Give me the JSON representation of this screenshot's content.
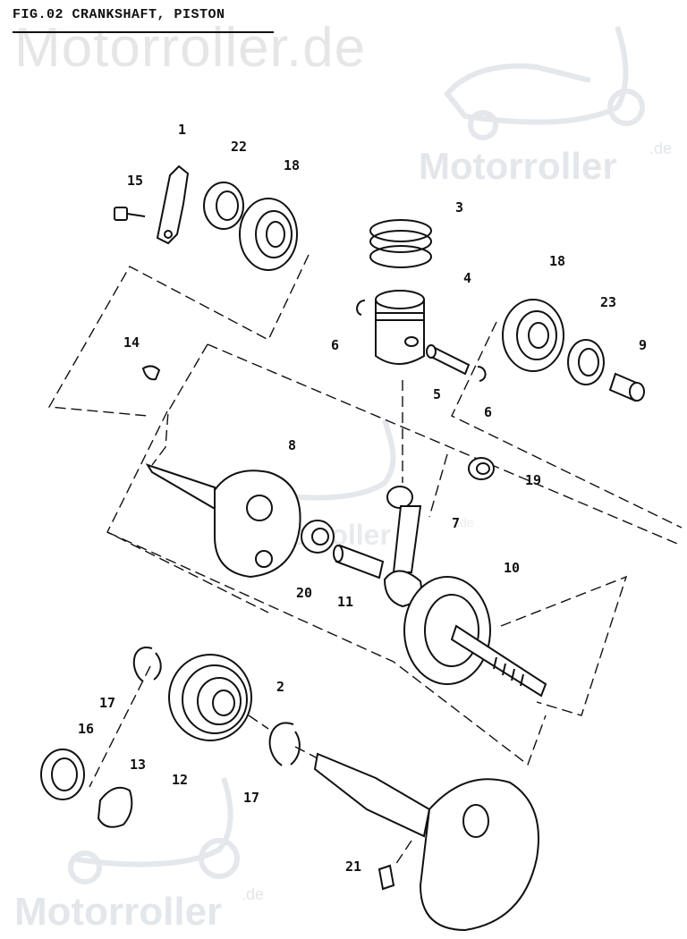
{
  "figure": {
    "title": "FIG.02 CRANKSHAFT, PISTON"
  },
  "watermarks": {
    "top": "Motorroller.de",
    "right_main": "Motorroller",
    "right_suffix": ".de",
    "middle_main": "Motorroller",
    "middle_suffix": ".de",
    "bottom_main": "Motorroller",
    "bottom_suffix": ".de"
  },
  "callouts": [
    "1",
    "22",
    "18",
    "15",
    "3",
    "4",
    "18",
    "23",
    "9",
    "6",
    "5",
    "6",
    "14",
    "8",
    "19",
    "7",
    "20",
    "11",
    "10",
    "2",
    "17",
    "16",
    "13",
    "12",
    "17",
    "21"
  ],
  "colors": {
    "line": "#111111",
    "watermark": "#e3e6ea"
  }
}
